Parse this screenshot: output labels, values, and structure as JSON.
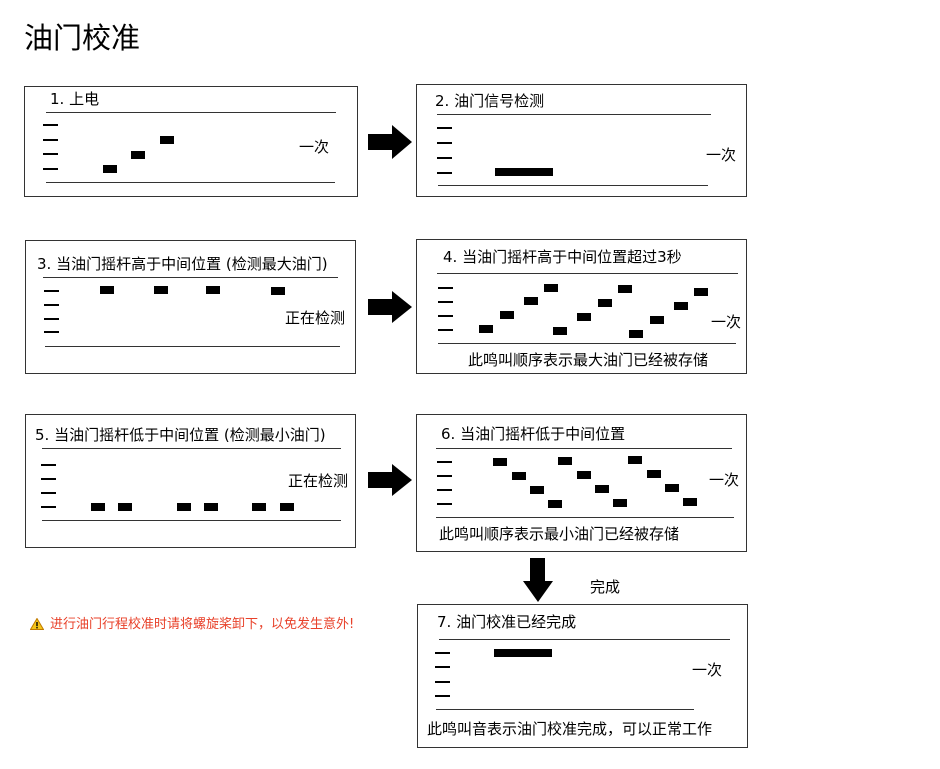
{
  "page": {
    "title": "油门校准"
  },
  "steps": [
    {
      "caption": "1. 上电",
      "side": "一次"
    },
    {
      "caption": "2. 油门信号检测",
      "side": "一次"
    },
    {
      "caption": "3. 当油门摇杆高于中间位置 (检测最大油门)",
      "side": "正在检测"
    },
    {
      "caption": "4. 当油门摇杆高于中间位置超过3秒",
      "side": "一次",
      "note": "此鸣叫顺序表示最大油门已经被存储"
    },
    {
      "caption": "5. 当油门摇杆低于中间位置 (检测最小油门)",
      "side": "正在检测"
    },
    {
      "caption": "6. 当油门摇杆低于中间位置",
      "side": "一次",
      "note": "此鸣叫顺序表示最小油门已经被存储"
    },
    {
      "caption": "7. 油门校准已经完成",
      "side": "一次",
      "note": "此鸣叫音表示油门校准完成，可以正常工作"
    }
  ],
  "arrow_label": "完成",
  "warning": {
    "icon": "warning-icon",
    "text": "进行油门行程校准时请将螺旋桨卸下，以免发生意外!"
  },
  "colors": {
    "warning": "#e8412a",
    "line": "#333333"
  }
}
